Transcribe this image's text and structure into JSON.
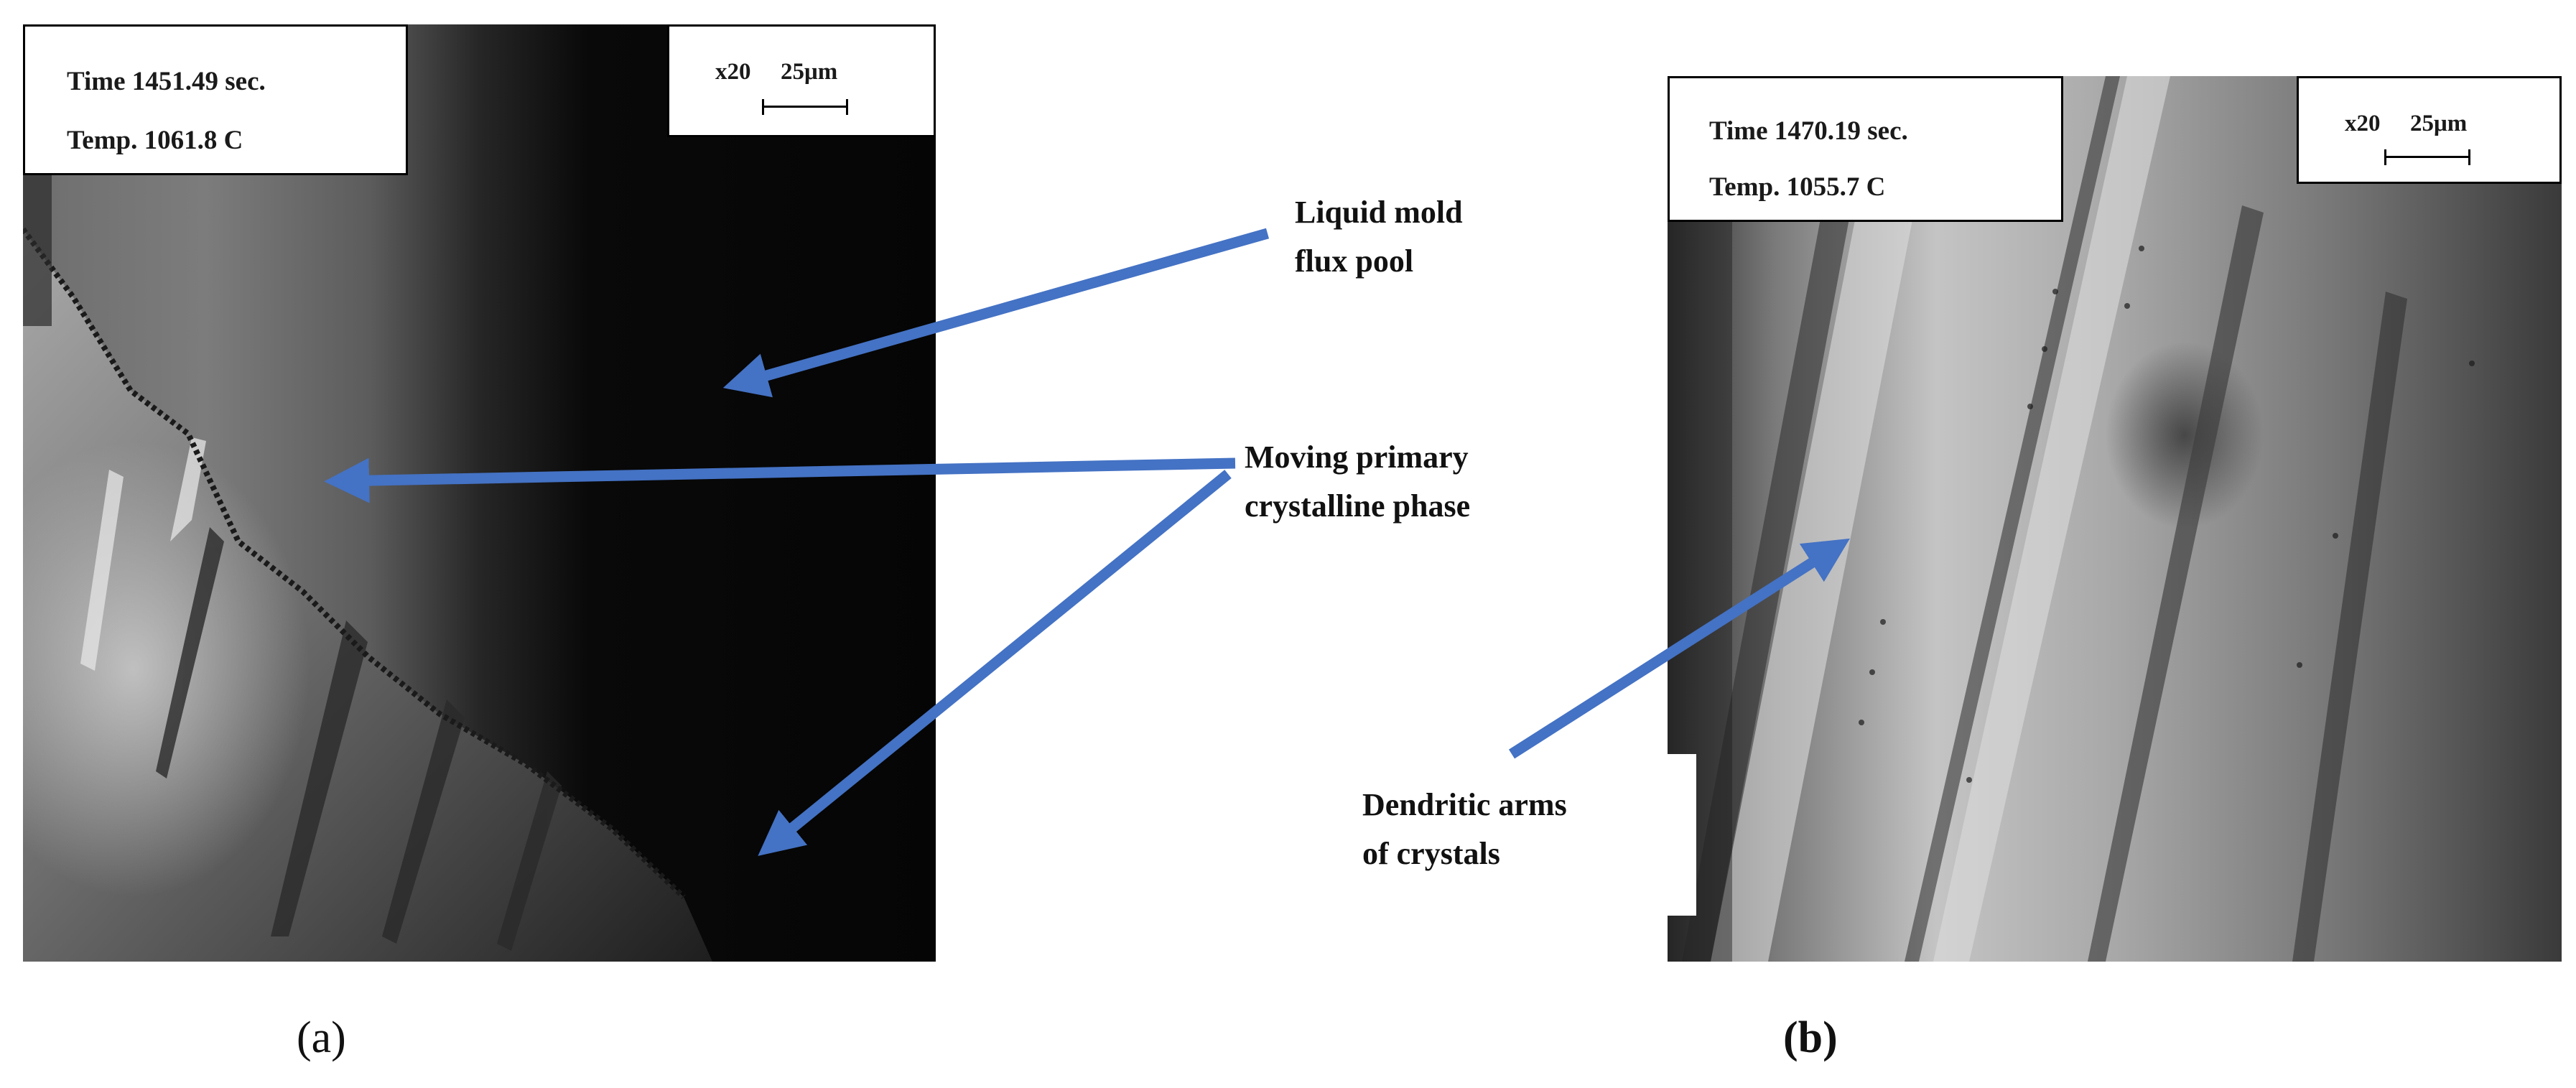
{
  "panel_a": {
    "info": {
      "time": "Time 1451.49 sec.",
      "temp": "Temp. 1061.8 C"
    },
    "scale": {
      "magnification": "x20",
      "length": "25μm"
    },
    "caption": "(a)"
  },
  "panel_b": {
    "info": {
      "time": "Time 1470.19 sec.",
      "temp": "Temp. 1055.7 C"
    },
    "scale": {
      "magnification": "x20",
      "length": "25μm"
    },
    "caption": "(b)"
  },
  "annotations": {
    "liquid_pool": [
      "Liquid mold",
      "flux pool"
    ],
    "primary_phase": [
      "Moving primary",
      "crystalline phase"
    ],
    "dendritic_arms": [
      "Dendritic arms",
      "of crystals"
    ]
  },
  "colors": {
    "arrow": "#4472c4",
    "text": "#111111"
  }
}
